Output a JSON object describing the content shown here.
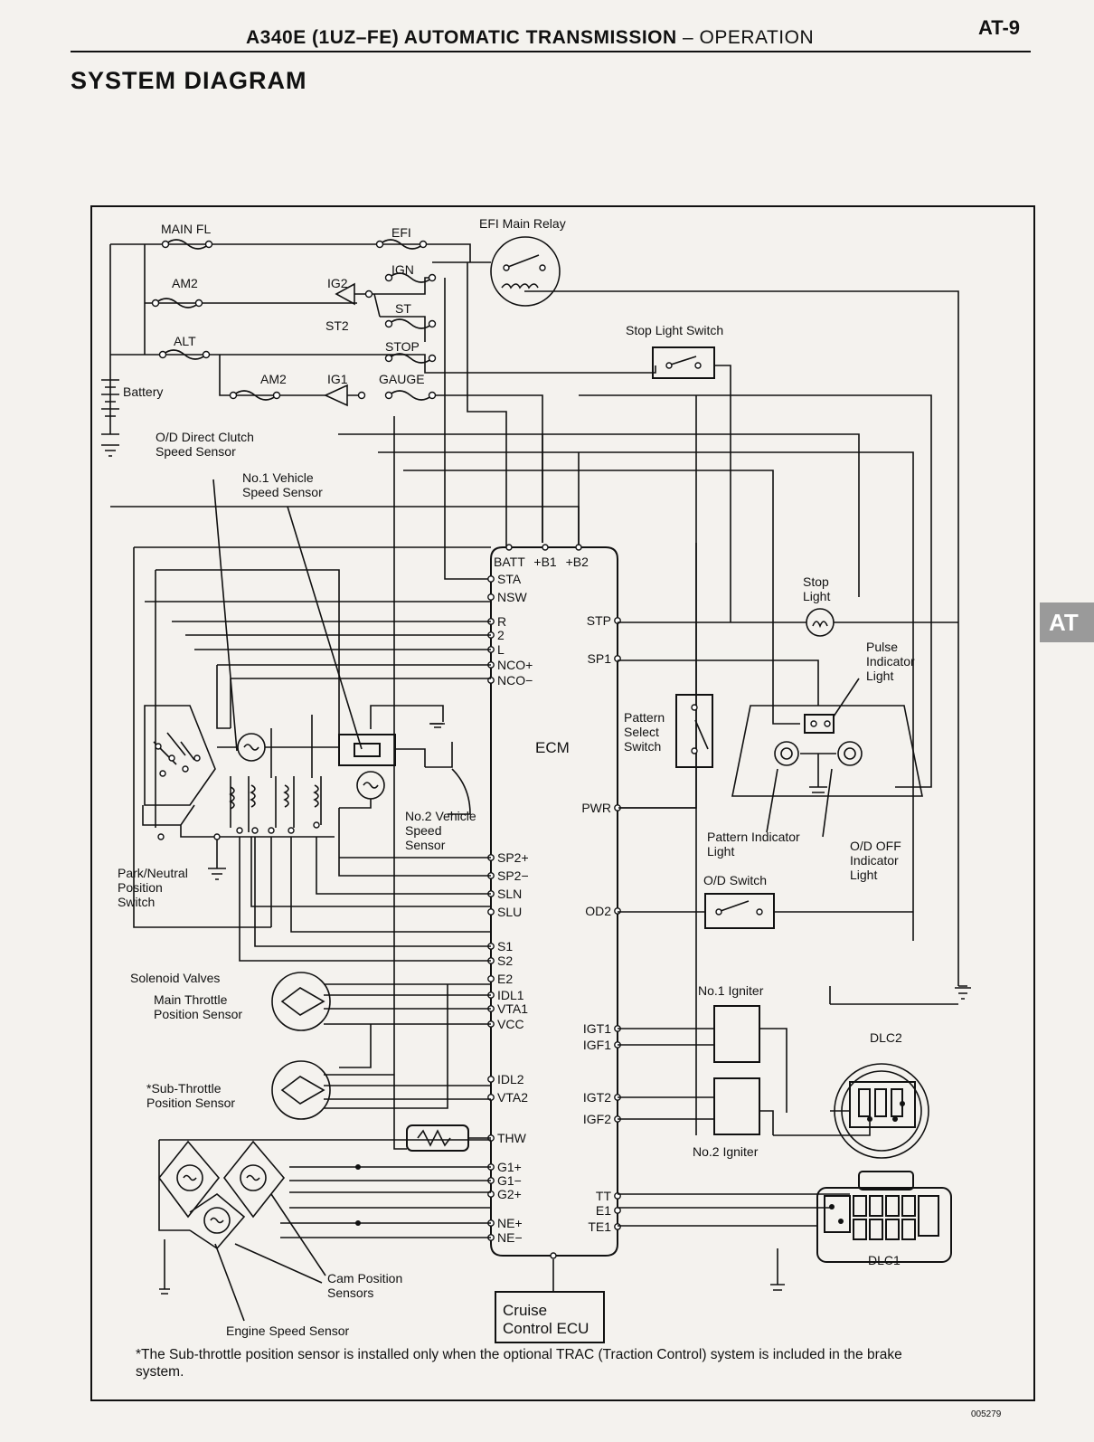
{
  "header": {
    "title": "A340E (1UZ–FE) AUTOMATIC TRANSMISSION",
    "section": "– OPERATION",
    "page": "AT-9"
  },
  "section_title": "SYSTEM DIAGRAM",
  "tab": "AT",
  "labels": {
    "main_fl": "MAIN FL",
    "efi": "EFI",
    "efi_relay": "EFI Main Relay",
    "am2_top": "AM2",
    "ig2": "IG2",
    "ign": "IGN",
    "st2": "ST2",
    "st": "ST",
    "alt": "ALT",
    "stop": "STOP",
    "am2_bottom": "AM2",
    "ig1": "IG1",
    "gauge": "GAUGE",
    "battery": "Battery",
    "od_sensor": "O/D Direct Clutch\nSpeed Sensor",
    "no1_sensor": "No.1 Vehicle\nSpeed Sensor",
    "no2_sensor": "No.2 Vehicle\nSpeed\nSensor",
    "park_switch": "Park/Neutral\nPosition\nSwitch",
    "solenoids": "Solenoid Valves",
    "main_throttle": "Main Throttle\nPosition Sensor",
    "sub_throttle": "*Sub-Throttle\nPosition Sensor",
    "cam_sensors": "Cam Position\nSensors",
    "engine_speed": "Engine Speed Sensor",
    "stop_switch": "Stop Light Switch",
    "stop_light": "Stop\nLight",
    "pulse_light": "Pulse\nIndicator\nLight",
    "pattern_switch": "Pattern\nSelect\nSwitch",
    "pattern_light": "Pattern Indicator\nLight",
    "od_off_light": "O/D OFF\nIndicator\nLight",
    "od_switch": "O/D Switch",
    "no1_igniter": "No.1 Igniter",
    "no2_igniter": "No.2 Igniter",
    "dlc2": "DLC2",
    "dlc1": "DLC1",
    "cruise": "Cruise\nControl ECU",
    "ecm": "ECM"
  },
  "ecm_pins": {
    "top": [
      "BATT",
      "+B1",
      "+B2"
    ],
    "left": [
      "STA",
      "NSW",
      "R",
      "2",
      "L",
      "NCO+",
      "NCO−",
      "SP2+",
      "SP2−",
      "SLN",
      "SLU",
      "S1",
      "S2",
      "E2",
      "IDL1",
      "VTA1",
      "VCC",
      "IDL2",
      "VTA2",
      "THW",
      "G1+",
      "G1−",
      "G2+",
      "NE+",
      "NE−"
    ],
    "right": [
      "STP",
      "SP1",
      "PWR",
      "OD2",
      "IGT1",
      "IGF1",
      "IGT2",
      "IGF2",
      "TT",
      "E1",
      "TE1"
    ]
  },
  "footnote": "*The Sub-throttle position sensor is installed only when the optional TRAC (Traction Control) system is included in the brake system.",
  "code": "005279"
}
